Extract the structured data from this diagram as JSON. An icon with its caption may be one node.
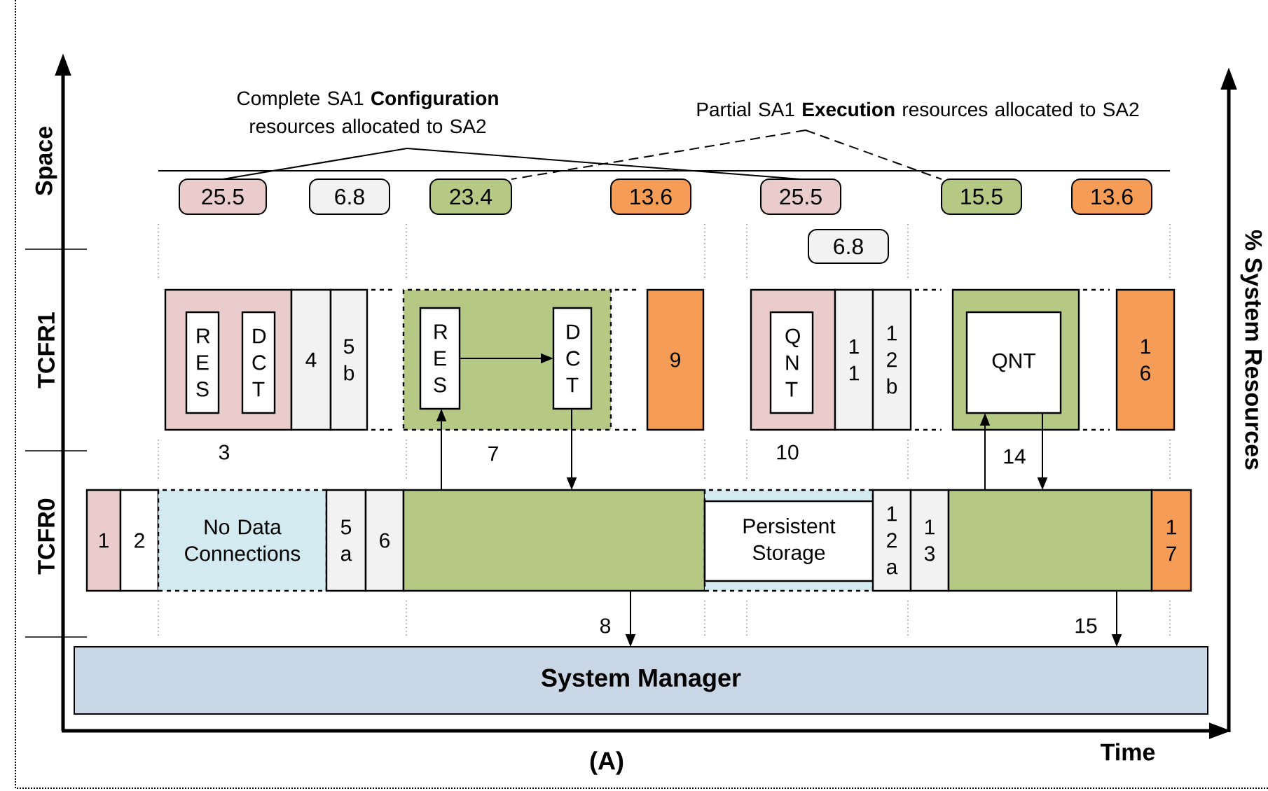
{
  "diagram": {
    "nodes": [
      {
        "text": [
          "Complete SA1 **Configuration** resources allocated to SA2"
        ]
      },
      {
        "text": [
          "Partial SA1 **Execution** resources allocated to SA2"
        ]
      },
      {
        "text": [
          "25.5"
        ]
      },
      {
        "text": [
          "6.8"
        ]
      },
      {
        "text": [
          "23.4"
        ]
      },
      {
        "text": [
          "13.6"
        ]
      },
      {
        "text": [
          "25.5"
        ]
      },
      {
        "text": [
          "6.8"
        ]
      },
      {
        "text": [
          "15.5"
        ]
      },
      {
        "text": [
          "13.6"
        ]
      },
      {
        "text": [],
        "shape": "box",
        "beside": [
          "3"
        ]
      },
      {
        "text": [
          "R E S"
        ],
        "in": 10
      },
      {
        "text": [
          "D C T"
        ],
        "in": 10
      },
      {
        "text": [
          "4"
        ]
      },
      {
        "text": [
          "5 b"
        ]
      },
      {
        "text": [],
        "shape": "box",
        "beside": [
          "7"
        ]
      },
      {
        "text": [
          "R E S"
        ],
        "in": 15
      },
      {
        "text": [
          "D C T"
        ],
        "in": 15
      },
      {
        "text": [
          "9"
        ]
      },
      {
        "text": [],
        "shape": "box",
        "beside": [
          "10"
        ]
      },
      {
        "text": [
          "Q N T"
        ],
        "in": 19
      },
      {
        "text": [
          "1 1"
        ]
      },
      {
        "text": [
          "1 2 b"
        ]
      },
      {
        "text": [],
        "shape": "box",
        "beside": [
          "14"
        ]
      },
      {
        "text": [
          "QNT"
        ],
        "in": 23
      },
      {
        "text": [
          "1 6"
        ]
      },
      {
        "text": [
          "1"
        ]
      },
      {
        "text": [
          "2"
        ]
      },
      {
        "text": [
          "No Data Connections"
        ]
      },
      {
        "text": [
          "5 a"
        ]
      },
      {
        "text": [
          "6"
        ]
      },
      {
        "text": [],
        "shape": "box"
      },
      {
        "text": [],
        "shape": "box"
      },
      {
        "text": [
          "Persistent Storage"
        ],
        "in": 32
      },
      {
        "text": [
          "1 2 a"
        ]
      },
      {
        "text": [
          "1 3"
        ]
      },
      {
        "text": [],
        "shape": "box"
      },
      {
        "text": [
          "1 7"
        ]
      },
      {
        "text": [
          "System Manager"
        ]
      }
    ],
    "edges": [
      {
        "from": 0,
        "to": 2,
        "arrow": "none"
      },
      {
        "from": 0,
        "to": 6,
        "arrow": "none"
      },
      {
        "from": 1,
        "to": 4,
        "arrow": "none",
        "style": "dashed"
      },
      {
        "from": 1,
        "to": 8,
        "arrow": "none",
        "style": "dashed"
      },
      {
        "from": 16,
        "to": 17,
        "arrow": "to"
      },
      {
        "from": 31,
        "to": 16,
        "arrow": "to"
      },
      {
        "from": 17,
        "to": 31,
        "arrow": "to"
      },
      {
        "from": 36,
        "to": 24,
        "arrow": "to"
      },
      {
        "from": 24,
        "to": 36,
        "arrow": "to"
      },
      {
        "from": 31,
        "to": 38,
        "arrow": "to",
        "label": "8"
      },
      {
        "from": 36,
        "to": 38,
        "arrow": "to",
        "label": "15"
      }
    ],
    "labels": [
      "Space",
      "TCFR1",
      "TCFR0",
      "% System Resources",
      "Time",
      "(A)"
    ]
  }
}
